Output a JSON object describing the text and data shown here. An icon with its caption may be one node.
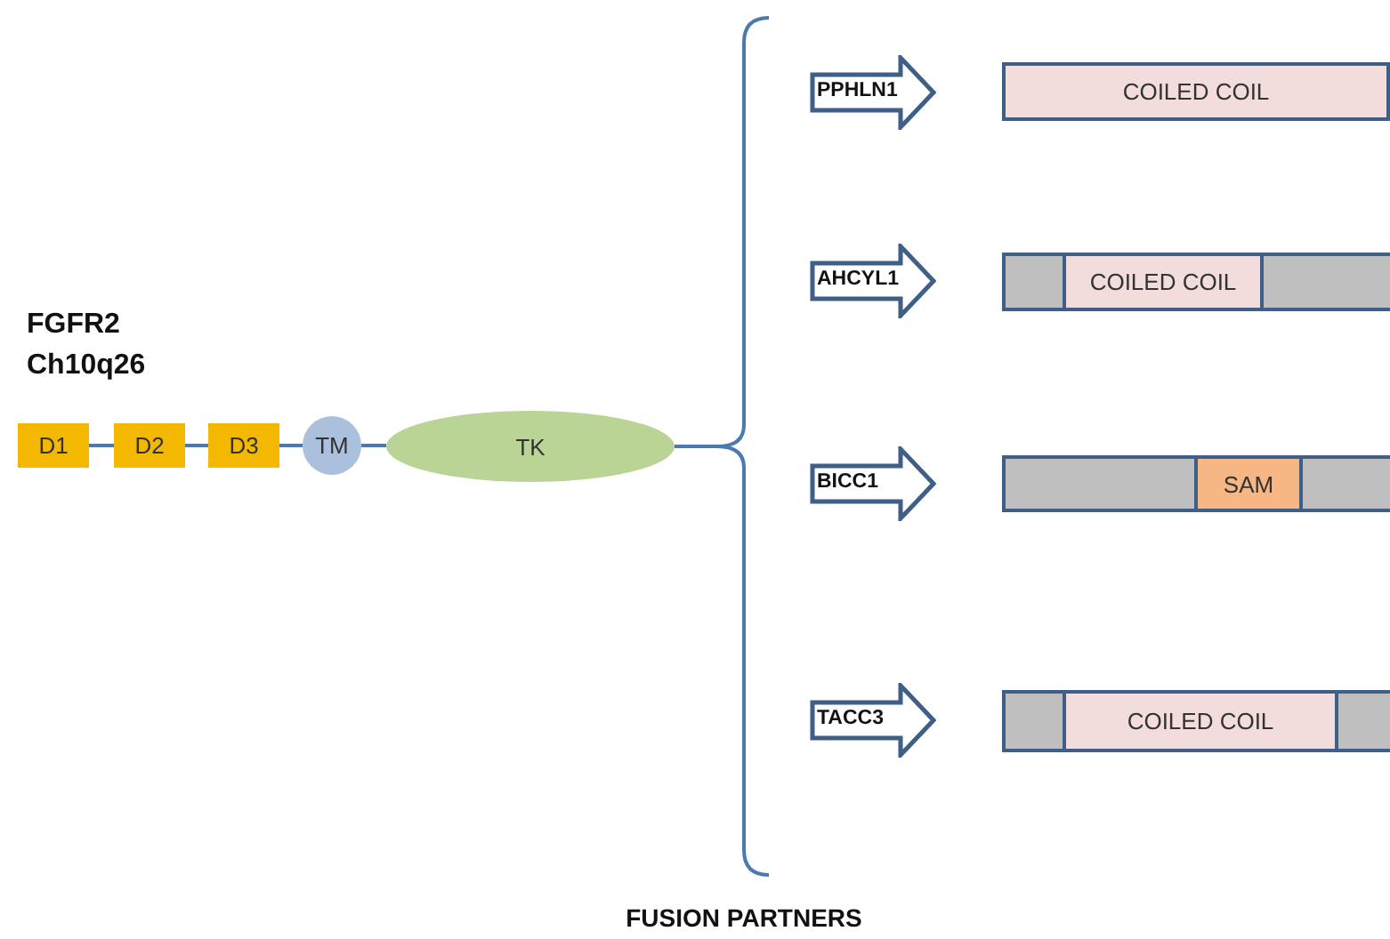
{
  "diagram": {
    "nodes": [
      {
        "text": [
          "D1"
        ]
      },
      {
        "text": [
          "D2"
        ]
      },
      {
        "text": [
          "D3"
        ]
      },
      {
        "text": [
          "TM"
        ]
      },
      {
        "text": [
          "TK"
        ]
      },
      {
        "text": [],
        "shape": "bracket",
        "beside": [
          "FUSION PARTNERS"
        ]
      },
      {
        "text": [
          "PPHLN1"
        ]
      },
      {
        "text": [],
        "shape": "bar"
      },
      {
        "text": [
          "COILED COIL"
        ],
        "in": 7
      },
      {
        "text": [
          "AHCYL1"
        ]
      },
      {
        "text": [],
        "shape": "bar"
      },
      {
        "text": [
          "COILED COIL"
        ],
        "in": 10
      },
      {
        "text": [
          "BICC1"
        ]
      },
      {
        "text": [],
        "shape": "bar"
      },
      {
        "text": [
          "SAM"
        ],
        "in": 13
      },
      {
        "text": [
          "TACC3"
        ]
      },
      {
        "text": [],
        "shape": "bar"
      },
      {
        "text": [
          "COILED COIL"
        ],
        "in": 16
      }
    ],
    "edges": [
      {
        "from": 0,
        "to": 1,
        "arrow": "none"
      },
      {
        "from": 1,
        "to": 2,
        "arrow": "none"
      },
      {
        "from": 2,
        "to": 3,
        "arrow": "none"
      },
      {
        "from": 3,
        "to": 4,
        "arrow": "none"
      },
      {
        "from": 4,
        "to": 5,
        "arrow": "none"
      }
    ],
    "labels": [
      "FGFR2",
      "Ch10q26"
    ]
  }
}
